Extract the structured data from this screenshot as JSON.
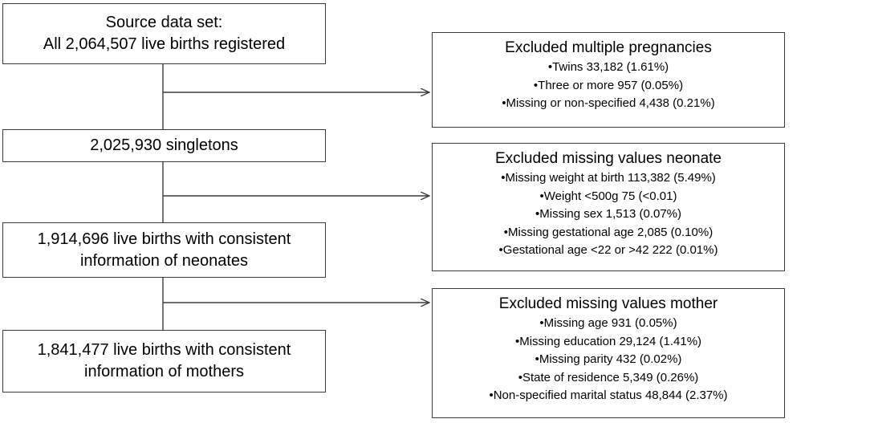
{
  "main_boxes": [
    {
      "lines": [
        "Source data set:",
        "All 2,064,507 live births registered"
      ]
    },
    {
      "lines": [
        "2,025,930  singletons"
      ]
    },
    {
      "lines": [
        "1,914,696 live births with consistent",
        "information of neonates"
      ]
    },
    {
      "lines": [
        "1,841,477 live births with consistent",
        "information  of mothers"
      ]
    }
  ],
  "exclusion_boxes": [
    {
      "title": "Excluded  multiple pregnancies",
      "items": [
        "•Twins 33,182 (1.61%)",
        "•Three or more 957  (0.05%)",
        "•Missing or non-specified 4,438 (0.21%)"
      ]
    },
    {
      "title": "Excluded  missing values neonate",
      "items": [
        "•Missing weight at birth 113,382 (5.49%)",
        "•Weight <500g  75 (<0.01)",
        "•Missing  sex 1,513  (0.07%)",
        "•Missing gestational age 2,085 (0.10%)",
        "•Gestational age <22 or >42 222  (0.01%)"
      ]
    },
    {
      "title": "Excluded  missing values mother",
      "items": [
        "•Missing age 931 (0.05%)",
        "•Missing education  29,124 (1.41%)",
        "•Missing parity 432 (0.02%)",
        "•State of residence 5,349  (0.26%)",
        "•Non-specified marital status 48,844 (2.37%)"
      ]
    }
  ]
}
